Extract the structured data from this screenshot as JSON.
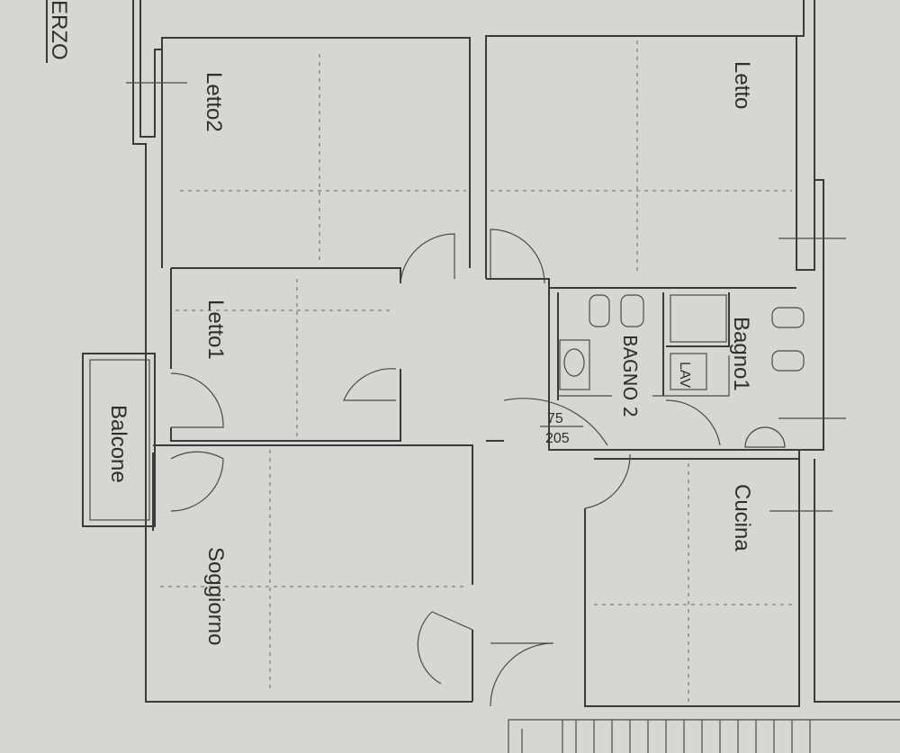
{
  "plan": {
    "floor_label": "ERZO",
    "rooms": {
      "letto2": "Letto2",
      "letto": "Letto",
      "letto1": "Letto1",
      "balcone": "Balcone",
      "bagno2": "BAGNO 2",
      "bagno1": "Bagno1",
      "lav": "LAV",
      "cucina": "Cucina",
      "soggiorno": "Soggiorno"
    },
    "door_width": "75",
    "door_height": "205"
  },
  "colors": {
    "paper": "#d8d6d3",
    "ink": "#3a3a3a"
  }
}
